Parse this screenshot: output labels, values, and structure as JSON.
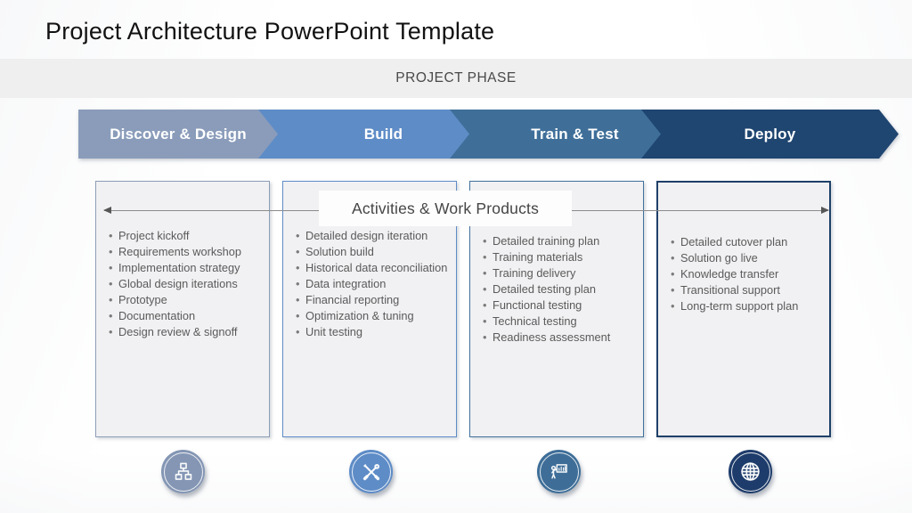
{
  "title": "Project Architecture PowerPoint Template",
  "banner": {
    "label": "PROJECT PHASE"
  },
  "activities": {
    "label": "Activities & Work Products"
  },
  "phases": [
    {
      "name": "Discover & Design",
      "arrow_color": "#8A9CBA",
      "border_color": "#8D9DB6",
      "icon_color": "#8496B4",
      "icon": "org-chart-icon",
      "items": [
        "Project kickoff",
        "Requirements workshop",
        "Implementation strategy",
        "Global design iterations",
        "Prototype",
        "Documentation",
        "Design review & signoff"
      ]
    },
    {
      "name": "Build",
      "arrow_color": "#5E8CC7",
      "border_color": "#5E8CC7",
      "icon_color": "#5E8CC7",
      "icon": "tools-icon",
      "items": [
        "Detailed design iteration",
        "Solution build",
        "Historical data reconciliation",
        "Data integration",
        "Financial reporting",
        "Optimization & tuning",
        "Unit testing"
      ]
    },
    {
      "name": "Train & Test",
      "arrow_color": "#3F6F99",
      "border_color": "#41719C",
      "icon_color": "#3E6E98",
      "icon": "trainer-icon",
      "items": [
        "Detailed training plan",
        "Training materials",
        "Training delivery",
        "Detailed testing plan",
        "Functional testing",
        "Technical testing",
        "Readiness assessment"
      ]
    },
    {
      "name": "Deploy",
      "arrow_color": "#1F4571",
      "border_color": "#1F4068",
      "icon_color": "#1E3C6B",
      "icon": "globe-icon",
      "items": [
        "Detailed cutover plan",
        "Solution go live",
        "Knowledge transfer",
        "Transitional support",
        "Long-term support plan"
      ]
    }
  ]
}
